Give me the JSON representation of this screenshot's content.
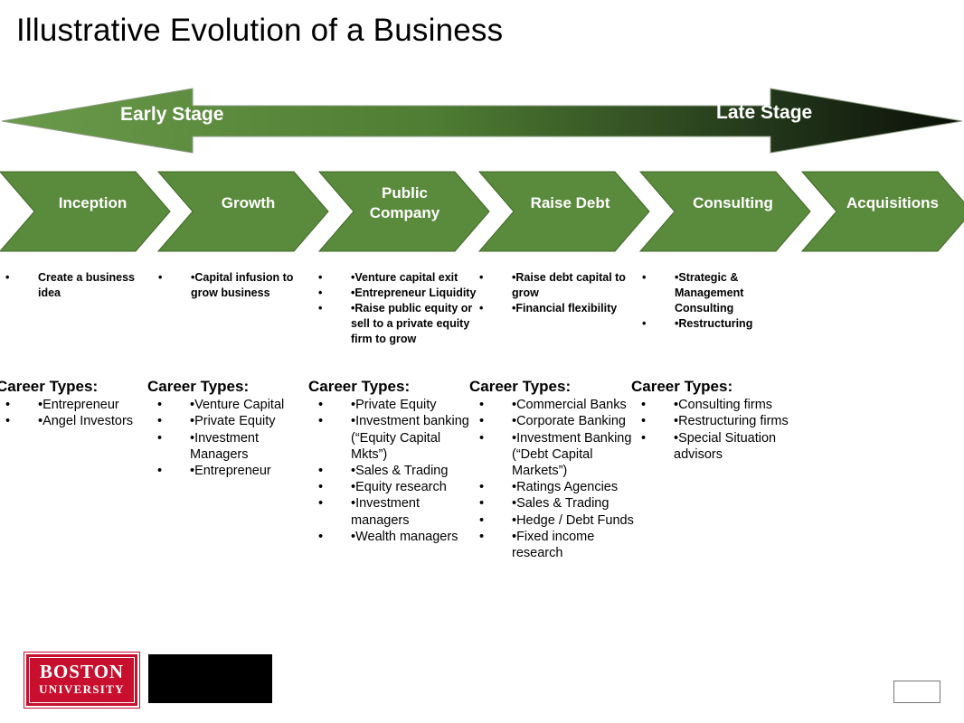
{
  "title": "Illustrative Evolution of a Business",
  "timeline": {
    "early_label": "Early Stage",
    "late_label": "Late Stage",
    "start_color": "#6a9a4a",
    "end_color": "#0b0f08"
  },
  "stages": [
    {
      "label": "Inception",
      "color": "#5a8a3c"
    },
    {
      "label": "Growth",
      "color": "#5a8a3c"
    },
    {
      "label": "Public Company",
      "color": "#5a8a3c"
    },
    {
      "label": "Raise Debt",
      "color": "#5a8a3c"
    },
    {
      "label": "Consulting",
      "color": "#5a8a3c"
    },
    {
      "label": "Acquisitions",
      "color": "#5a8a3c"
    }
  ],
  "descriptions": [
    {
      "bullets": [
        "Create a business idea"
      ]
    },
    {
      "bullets": [
        "•Capital infusion to grow business"
      ]
    },
    {
      "bullets": [
        "•Venture capital exit",
        "•Entrepreneur Liquidity",
        "•Raise public equity or sell to a private equity firm to grow"
      ]
    },
    {
      "bullets": [
        "•Raise debt capital to grow",
        "•Financial flexibility"
      ]
    },
    {
      "bullets": [
        "•Strategic & Management Consulting",
        "•Restructuring"
      ]
    }
  ],
  "career_heading": "Career Types:",
  "bullet_glyph": "•",
  "careers": [
    {
      "items": [
        "•Entrepreneur",
        "•Angel Investors"
      ]
    },
    {
      "items": [
        "•Venture Capital",
        "•Private Equity",
        "•Investment Managers",
        "•Entrepreneur"
      ]
    },
    {
      "items": [
        "•Private Equity",
        "•Investment banking (“Equity Capital Mkts”)",
        "•Sales & Trading",
        "•Equity research",
        "•Investment managers",
        "•Wealth managers"
      ]
    },
    {
      "items": [
        "•Commercial Banks",
        "•Corporate Banking",
        "•Investment Banking (“Debt Capital Markets”)",
        "•Ratings Agencies",
        "•Sales & Trading",
        "•Hedge / Debt Funds",
        "•Fixed income research"
      ]
    },
    {
      "items": [
        "•Consulting firms",
        "•Restructuring firms",
        "•Special Situation advisors"
      ]
    }
  ],
  "logo": {
    "line1": "BOSTON",
    "line2": "UNIVERSITY",
    "color": "#c8102e"
  }
}
